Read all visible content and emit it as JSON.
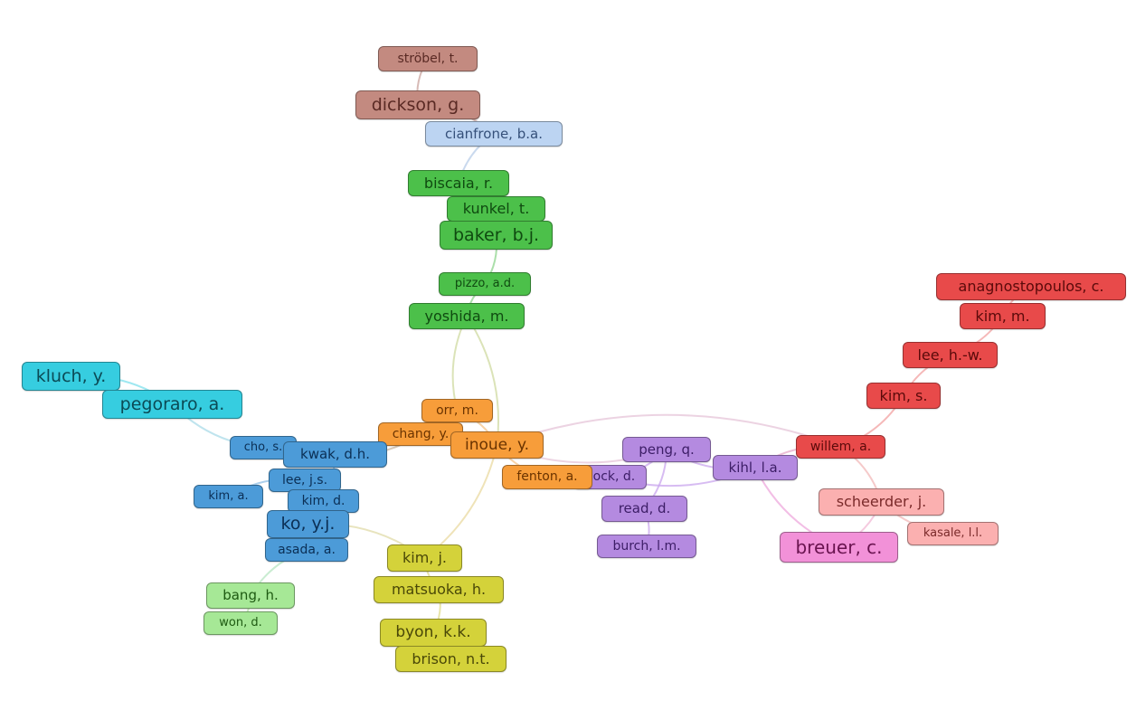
{
  "clusters": {
    "brown": {
      "fill": "#c38a80",
      "text": "#5a2a24"
    },
    "lightblue": {
      "fill": "#bcd4f2",
      "text": "#35507a"
    },
    "green": {
      "fill": "#4cc04a",
      "text": "#0f4a10"
    },
    "cyan": {
      "fill": "#36cde0",
      "text": "#0b4a55"
    },
    "blue": {
      "fill": "#4c9bd8",
      "text": "#0b2f55"
    },
    "orange": {
      "fill": "#f79d3a",
      "text": "#6a3300"
    },
    "purple": {
      "fill": "#b48ae0",
      "text": "#3c1d66"
    },
    "red": {
      "fill": "#e84a4a",
      "text": "#5a0a0a"
    },
    "pink": {
      "fill": "#fbb0b0",
      "text": "#7a2a2a"
    },
    "magenta": {
      "fill": "#f291d8",
      "text": "#6a1450"
    },
    "yellow": {
      "fill": "#d4d23a",
      "text": "#4a4808"
    },
    "lightgreen": {
      "fill": "#a6e896",
      "text": "#1e5a12"
    }
  },
  "nodes": [
    {
      "id": "strobel",
      "label": "ströbel, t.",
      "cluster": "brown"
    },
    {
      "id": "dickson",
      "label": "dickson, g.",
      "cluster": "brown"
    },
    {
      "id": "cianfrone",
      "label": "cianfrone, b.a.",
      "cluster": "lightblue"
    },
    {
      "id": "biscaia",
      "label": "biscaia, r.",
      "cluster": "green"
    },
    {
      "id": "kunkel",
      "label": "kunkel, t.",
      "cluster": "green"
    },
    {
      "id": "baker",
      "label": "baker, b.j.",
      "cluster": "green"
    },
    {
      "id": "pizzo",
      "label": "pizzo, a.d.",
      "cluster": "green"
    },
    {
      "id": "yoshida",
      "label": "yoshida, m.",
      "cluster": "green"
    },
    {
      "id": "kluch",
      "label": "kluch, y.",
      "cluster": "cyan"
    },
    {
      "id": "pegoraro",
      "label": "pegoraro, a.",
      "cluster": "cyan"
    },
    {
      "id": "orr",
      "label": "orr, m.",
      "cluster": "orange"
    },
    {
      "id": "chang",
      "label": "chang, y.",
      "cluster": "orange"
    },
    {
      "id": "inoue",
      "label": "inoue, y.",
      "cluster": "orange"
    },
    {
      "id": "fenton",
      "label": "fenton, a.",
      "cluster": "orange"
    },
    {
      "id": "cho",
      "label": "cho, s.",
      "cluster": "blue"
    },
    {
      "id": "kwak",
      "label": "kwak, d.h.",
      "cluster": "blue"
    },
    {
      "id": "leejs",
      "label": "lee, j.s.",
      "cluster": "blue"
    },
    {
      "id": "kima",
      "label": "kim, a.",
      "cluster": "blue"
    },
    {
      "id": "kimd",
      "label": "kim, d.",
      "cluster": "blue"
    },
    {
      "id": "ko",
      "label": "ko, y.j.",
      "cluster": "blue"
    },
    {
      "id": "asada",
      "label": "asada, a.",
      "cluster": "blue"
    },
    {
      "id": "bang",
      "label": "bang, h.",
      "cluster": "lightgreen"
    },
    {
      "id": "won",
      "label": "won, d.",
      "cluster": "lightgreen"
    },
    {
      "id": "kimj",
      "label": "kim, j.",
      "cluster": "yellow"
    },
    {
      "id": "matsuoka",
      "label": "matsuoka, h.",
      "cluster": "yellow"
    },
    {
      "id": "byon",
      "label": "byon, k.k.",
      "cluster": "yellow"
    },
    {
      "id": "brison",
      "label": "brison, n.t.",
      "cluster": "yellow"
    },
    {
      "id": "peng",
      "label": "peng, q.",
      "cluster": "purple"
    },
    {
      "id": "bock",
      "label": "bock, d.",
      "cluster": "purple"
    },
    {
      "id": "kihl",
      "label": "kihl, l.a.",
      "cluster": "purple"
    },
    {
      "id": "read",
      "label": "read, d.",
      "cluster": "purple"
    },
    {
      "id": "burch",
      "label": "burch, l.m.",
      "cluster": "purple"
    },
    {
      "id": "anagnostopoulos",
      "label": "anagnostopoulos, c.",
      "cluster": "red"
    },
    {
      "id": "kimm",
      "label": "kim, m.",
      "cluster": "red"
    },
    {
      "id": "leehw",
      "label": "lee, h.-w.",
      "cluster": "red"
    },
    {
      "id": "kims",
      "label": "kim, s.",
      "cluster": "red"
    },
    {
      "id": "willem",
      "label": "willem, a.",
      "cluster": "red"
    },
    {
      "id": "scheerder",
      "label": "scheerder, j.",
      "cluster": "pink"
    },
    {
      "id": "kasale",
      "label": "kasale, l.l.",
      "cluster": "pink"
    },
    {
      "id": "breuer",
      "label": "breuer, c.",
      "cluster": "magenta"
    }
  ],
  "edges": [
    {
      "from": "strobel",
      "to": "dickson",
      "color": "#c9a39d"
    },
    {
      "from": "dickson",
      "to": "cianfrone",
      "color": "#c9a39d"
    },
    {
      "from": "cianfrone",
      "to": "biscaia",
      "color": "#b8cde8"
    },
    {
      "from": "biscaia",
      "to": "kunkel",
      "color": "#8fd48d"
    },
    {
      "from": "kunkel",
      "to": "baker",
      "color": "#8fd48d"
    },
    {
      "from": "baker",
      "to": "pizzo",
      "color": "#8fd48d"
    },
    {
      "from": "pizzo",
      "to": "yoshida",
      "color": "#8fd48d"
    },
    {
      "from": "yoshida",
      "to": "inoue",
      "color": "#cfd9a0"
    },
    {
      "from": "yoshida",
      "to": "orr",
      "color": "#cfd9a0"
    },
    {
      "from": "kluch",
      "to": "pegoraro",
      "color": "#7fe0ec"
    },
    {
      "from": "pegoraro",
      "to": "cho",
      "color": "#a9dbe8"
    },
    {
      "from": "cho",
      "to": "kwak",
      "color": "#8fbfe6"
    },
    {
      "from": "kwak",
      "to": "chang",
      "color": "#c9b7a0"
    },
    {
      "from": "kwak",
      "to": "ko",
      "color": "#8fbfe6"
    },
    {
      "from": "leejs",
      "to": "kimd",
      "color": "#8fbfe6"
    },
    {
      "from": "kima",
      "to": "leejs",
      "color": "#8fbfe6"
    },
    {
      "from": "ko",
      "to": "asada",
      "color": "#8fbfe6"
    },
    {
      "from": "ko",
      "to": "kimj",
      "color": "#e0dba8"
    },
    {
      "from": "asada",
      "to": "bang",
      "color": "#b7e6c2"
    },
    {
      "from": "bang",
      "to": "won",
      "color": "#b7e6a8"
    },
    {
      "from": "chang",
      "to": "inoue",
      "color": "#f6c48a"
    },
    {
      "from": "orr",
      "to": "inoue",
      "color": "#f6c48a"
    },
    {
      "from": "inoue",
      "to": "fenton",
      "color": "#f6c48a"
    },
    {
      "from": "inoue",
      "to": "kimj",
      "color": "#ead9a0"
    },
    {
      "from": "inoue",
      "to": "peng",
      "color": "#e6c4d8"
    },
    {
      "from": "inoue",
      "to": "willem",
      "color": "#e6c4d8"
    },
    {
      "from": "kimj",
      "to": "matsuoka",
      "color": "#e0dc8e"
    },
    {
      "from": "matsuoka",
      "to": "byon",
      "color": "#e0dc8e"
    },
    {
      "from": "byon",
      "to": "brison",
      "color": "#e0dc8e"
    },
    {
      "from": "fenton",
      "to": "bock",
      "color": "#d7b8ea"
    },
    {
      "from": "bock",
      "to": "peng",
      "color": "#c9a6ee"
    },
    {
      "from": "peng",
      "to": "read",
      "color": "#c9a6ee"
    },
    {
      "from": "peng",
      "to": "kihl",
      "color": "#c9a6ee"
    },
    {
      "from": "read",
      "to": "burch",
      "color": "#c9a6ee"
    },
    {
      "from": "bock",
      "to": "kihl",
      "color": "#c9a6ee"
    },
    {
      "from": "kihl",
      "to": "willem",
      "color": "#e6a8c8"
    },
    {
      "from": "kihl",
      "to": "breuer",
      "color": "#eea8dc"
    },
    {
      "from": "willem",
      "to": "scheerder",
      "color": "#f2b8b8"
    },
    {
      "from": "willem",
      "to": "kims",
      "color": "#f2a0a0"
    },
    {
      "from": "scheerder",
      "to": "breuer",
      "color": "#f2b8d4"
    },
    {
      "from": "scheerder",
      "to": "kasale",
      "color": "#f2b8b8"
    },
    {
      "from": "kims",
      "to": "leehw",
      "color": "#f2a0a0"
    },
    {
      "from": "leehw",
      "to": "kimm",
      "color": "#f2a0a0"
    },
    {
      "from": "kimm",
      "to": "anagnostopoulos",
      "color": "#f2a0a0"
    }
  ]
}
